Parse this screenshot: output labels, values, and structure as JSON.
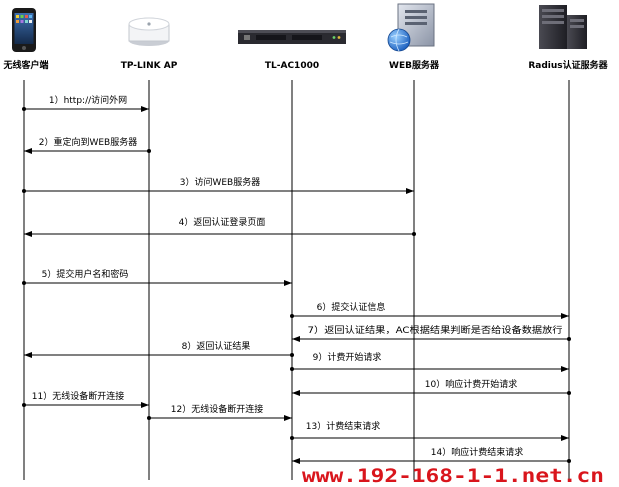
{
  "participants": [
    {
      "name": "无线客户端",
      "icon": "smartphone-icon"
    },
    {
      "name": "TP-LINK AP",
      "icon": "ceiling-access-point-icon"
    },
    {
      "name": "TL-AC1000",
      "icon": "rack-controller-icon"
    },
    {
      "name": "WEB服务器",
      "icon": "web-server-icon"
    },
    {
      "name": "Radius认证服务器",
      "icon": "tower-server-icon"
    }
  ],
  "messages": [
    {
      "label": "1）http://访问外网",
      "from": 0,
      "to": 1
    },
    {
      "label": "2）重定向到WEB服务器",
      "from": 1,
      "to": 0
    },
    {
      "label": "3）访问WEB服务器",
      "from": 0,
      "to": 3
    },
    {
      "label": "4）返回认证登录页面",
      "from": 3,
      "to": 0
    },
    {
      "label": "5）提交用户名和密码",
      "from": 0,
      "to": 2
    },
    {
      "label": "6）提交认证信息",
      "from": 2,
      "to": 4
    },
    {
      "label": "7）返回认证结果，AC根据结果判断是否给设备数据放行",
      "from": 4,
      "to": 2
    },
    {
      "label": "8）返回认证结果",
      "from": 2,
      "to": 0
    },
    {
      "label": "9）计费开始请求",
      "from": 2,
      "to": 4
    },
    {
      "label": "10）响应计费开始请求",
      "from": 4,
      "to": 2
    },
    {
      "label": "11）无线设备断开连接",
      "from": 0,
      "to": 1
    },
    {
      "label": "12）无线设备断开连接",
      "from": 1,
      "to": 2
    },
    {
      "label": "13）计费结束请求",
      "from": 2,
      "to": 4
    },
    {
      "label": "14）响应计费结束请求",
      "from": 4,
      "to": 2
    }
  ],
  "watermark": "www.192-168-1-1.net.cn",
  "colors": {
    "line": "#000000",
    "watermark": "#d9151c"
  }
}
